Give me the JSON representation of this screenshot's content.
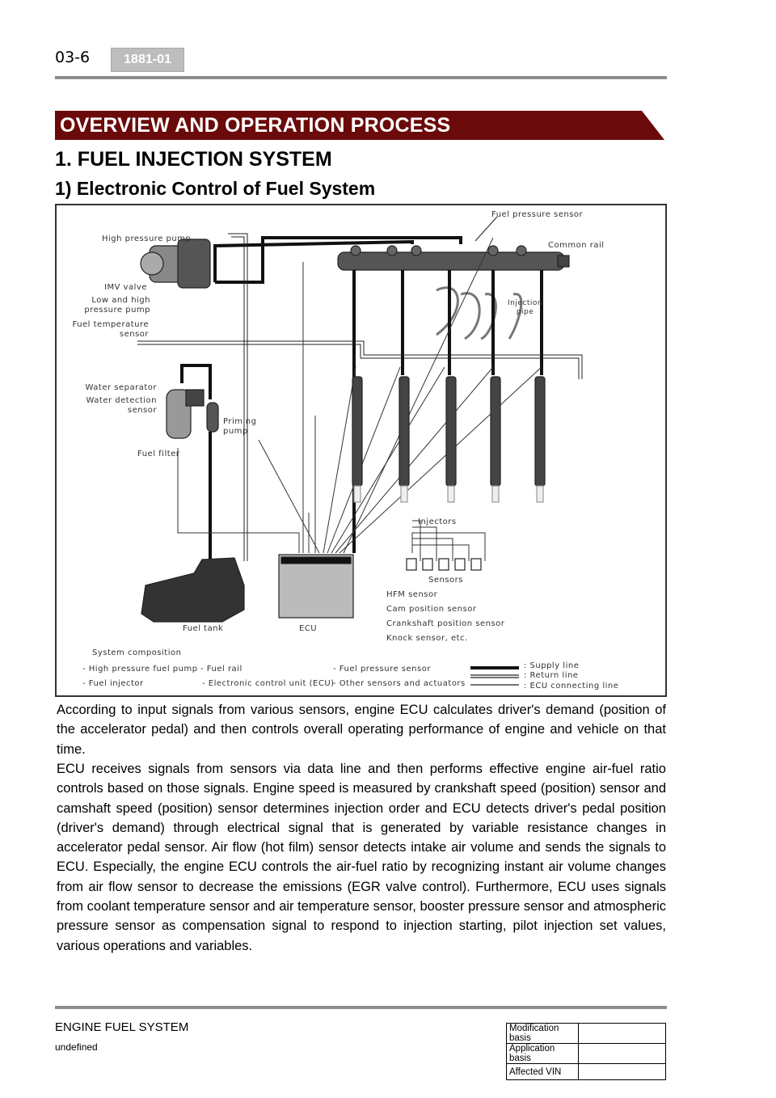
{
  "header": {
    "page_number": "03-6",
    "code": "1881-01"
  },
  "banner": {
    "title": "OVERVIEW AND OPERATION PROCESS",
    "color": "#6b0a0a"
  },
  "section": {
    "heading": "1. FUEL INJECTION SYSTEM",
    "subheading": "1) Electronic Control of Fuel System"
  },
  "diagram": {
    "labels": {
      "fuel_pressure_sensor": "Fuel pressure sensor",
      "high_pressure_pump": "High pressure pump",
      "common_rail": "Common rail",
      "imv_valve": "IMV valve",
      "low_high_pump_1": "Low and high",
      "low_high_pump_2": "pressure pump",
      "fuel_temp_1": "Fuel temperature",
      "fuel_temp_2": "sensor",
      "injection_pipe_1": "Injection",
      "injection_pipe_2": "pipe",
      "water_separator": "Water separator",
      "water_detect_1": "Water detection",
      "water_detect_2": "sensor",
      "priming_pump_1": "Priming",
      "priming_pump_2": "pump",
      "fuel_filter": "Fuel filter",
      "injectors": "Injectors",
      "sensors": "Sensors",
      "hfm_sensor": "HFM sensor",
      "cam_sensor": "Cam position sensor",
      "crank_sensor": "Crankshaft position sensor",
      "knock_sensor": "Knock sensor, etc.",
      "fuel_tank": "Fuel tank",
      "ecu": "ECU"
    },
    "composition": {
      "title": "System composition",
      "items": [
        "- High pressure fuel pump",
        "- Fuel rail",
        "- Fuel pressure sensor",
        "- Fuel injector",
        "- Electronic control unit (ECU)",
        "- Other sensors and actuators"
      ]
    },
    "legend": {
      "supply": ": Supply line",
      "return": ": Return line",
      "ecu_line": ": ECU connecting line"
    }
  },
  "paragraphs": [
    "According to input signals from various sensors, engine ECU calculates driver's demand (position of the accelerator pedal) and then controls overall operating performance of engine and vehicle on that time.",
    "ECU receives signals from sensors via data line and then performs effective engine air-fuel ratio controls based on those signals. Engine speed is measured by crankshaft speed (position) sensor and camshaft speed (position) sensor determines injection order and ECU detects driver's pedal position (driver's demand) through electrical signal that is generated by variable resistance changes in accelerator pedal sensor. Air flow (hot film) sensor detects intake air volume and sends the signals to ECU. Especially, the engine ECU controls the air-fuel ratio by recognizing instant air volume changes from air flow sensor to decrease the emissions (EGR valve control). Furthermore, ECU uses signals from coolant temperature sensor and air temperature sensor, booster pressure sensor and atmospheric pressure sensor as compensation signal to respond to injection starting, pilot injection set values, various operations and variables."
  ],
  "footer": {
    "title": "ENGINE FUEL SYSTEM",
    "subtitle": "undefined",
    "table": [
      {
        "label": "Modification basis",
        "value": ""
      },
      {
        "label": "Application basis",
        "value": ""
      },
      {
        "label": "Affected VIN",
        "value": ""
      }
    ]
  }
}
